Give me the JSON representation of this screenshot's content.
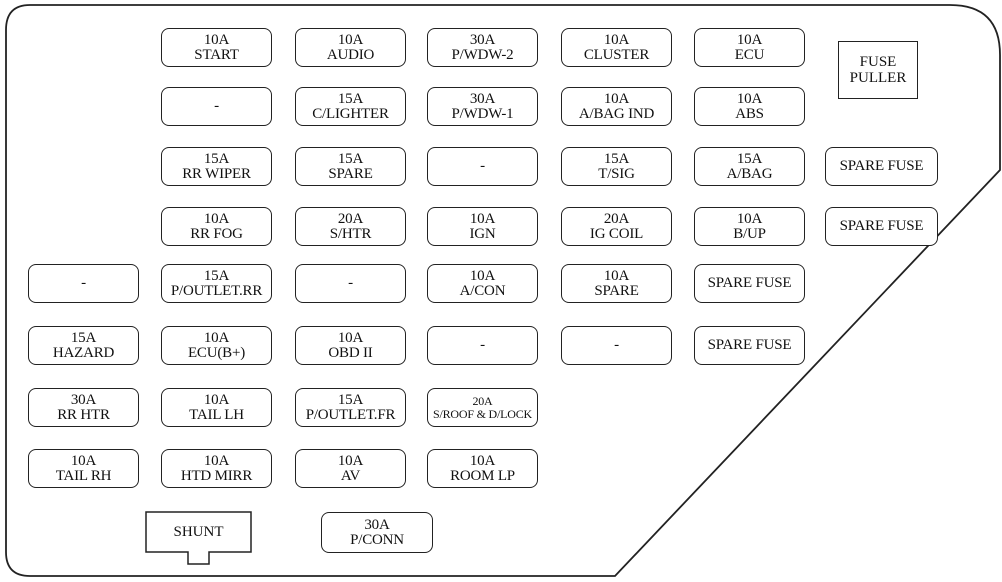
{
  "fuses": [
    {
      "id": "r1c1",
      "amp": "10A",
      "name": "START"
    },
    {
      "id": "r1c2",
      "amp": "10A",
      "name": "AUDIO"
    },
    {
      "id": "r1c3",
      "amp": "30A",
      "name": "P/WDW-2"
    },
    {
      "id": "r1c4",
      "amp": "10A",
      "name": "CLUSTER"
    },
    {
      "id": "r1c5",
      "amp": "10A",
      "name": "ECU"
    },
    {
      "id": "r2c1",
      "amp": "",
      "name": "-"
    },
    {
      "id": "r2c2",
      "amp": "15A",
      "name": "C/LIGHTER"
    },
    {
      "id": "r2c3",
      "amp": "30A",
      "name": "P/WDW-1"
    },
    {
      "id": "r2c4",
      "amp": "10A",
      "name": "A/BAG IND"
    },
    {
      "id": "r2c5",
      "amp": "10A",
      "name": "ABS"
    },
    {
      "id": "r3c1",
      "amp": "15A",
      "name": "RR WIPER"
    },
    {
      "id": "r3c2",
      "amp": "15A",
      "name": "SPARE"
    },
    {
      "id": "r3c3",
      "amp": "",
      "name": "-"
    },
    {
      "id": "r3c4",
      "amp": "15A",
      "name": "T/SIG"
    },
    {
      "id": "r3c5",
      "amp": "15A",
      "name": "A/BAG"
    },
    {
      "id": "r3c6",
      "amp": "",
      "name": "SPARE FUSE"
    },
    {
      "id": "r4c1",
      "amp": "10A",
      "name": "RR FOG"
    },
    {
      "id": "r4c2",
      "amp": "20A",
      "name": "S/HTR"
    },
    {
      "id": "r4c3",
      "amp": "10A",
      "name": "IGN"
    },
    {
      "id": "r4c4",
      "amp": "20A",
      "name": "IG COIL"
    },
    {
      "id": "r4c5",
      "amp": "10A",
      "name": "B/UP"
    },
    {
      "id": "r4c6",
      "amp": "",
      "name": "SPARE FUSE"
    },
    {
      "id": "r5c0",
      "amp": "",
      "name": "-"
    },
    {
      "id": "r5c1",
      "amp": "15A",
      "name": "P/OUTLET.RR"
    },
    {
      "id": "r5c2",
      "amp": "",
      "name": "-"
    },
    {
      "id": "r5c3",
      "amp": "10A",
      "name": "A/CON"
    },
    {
      "id": "r5c4",
      "amp": "10A",
      "name": "SPARE"
    },
    {
      "id": "r5c5",
      "amp": "",
      "name": "SPARE FUSE"
    },
    {
      "id": "r6c0",
      "amp": "15A",
      "name": "HAZARD"
    },
    {
      "id": "r6c1",
      "amp": "10A",
      "name": "ECU(B+)"
    },
    {
      "id": "r6c2",
      "amp": "10A",
      "name": "OBD II"
    },
    {
      "id": "r6c3",
      "amp": "",
      "name": "-"
    },
    {
      "id": "r6c4",
      "amp": "",
      "name": "-"
    },
    {
      "id": "r6c5",
      "amp": "",
      "name": "SPARE FUSE"
    },
    {
      "id": "r7c0",
      "amp": "30A",
      "name": "RR HTR"
    },
    {
      "id": "r7c1",
      "amp": "10A",
      "name": "TAIL LH"
    },
    {
      "id": "r7c2",
      "amp": "15A",
      "name": "P/OUTLET.FR"
    },
    {
      "id": "r7c3",
      "amp": "20A",
      "name": "S/ROOF & D/LOCK"
    },
    {
      "id": "r8c0",
      "amp": "10A",
      "name": "TAIL RH"
    },
    {
      "id": "r8c1",
      "amp": "10A",
      "name": "HTD MIRR"
    },
    {
      "id": "r8c2",
      "amp": "10A",
      "name": "AV"
    },
    {
      "id": "r8c3",
      "amp": "10A",
      "name": "ROOM LP"
    },
    {
      "id": "r9",
      "amp": "30A",
      "name": "P/CONN"
    }
  ],
  "fuse_puller": {
    "line1": "FUSE",
    "line2": "PULLER"
  },
  "shunt": {
    "label": "SHUNT"
  }
}
